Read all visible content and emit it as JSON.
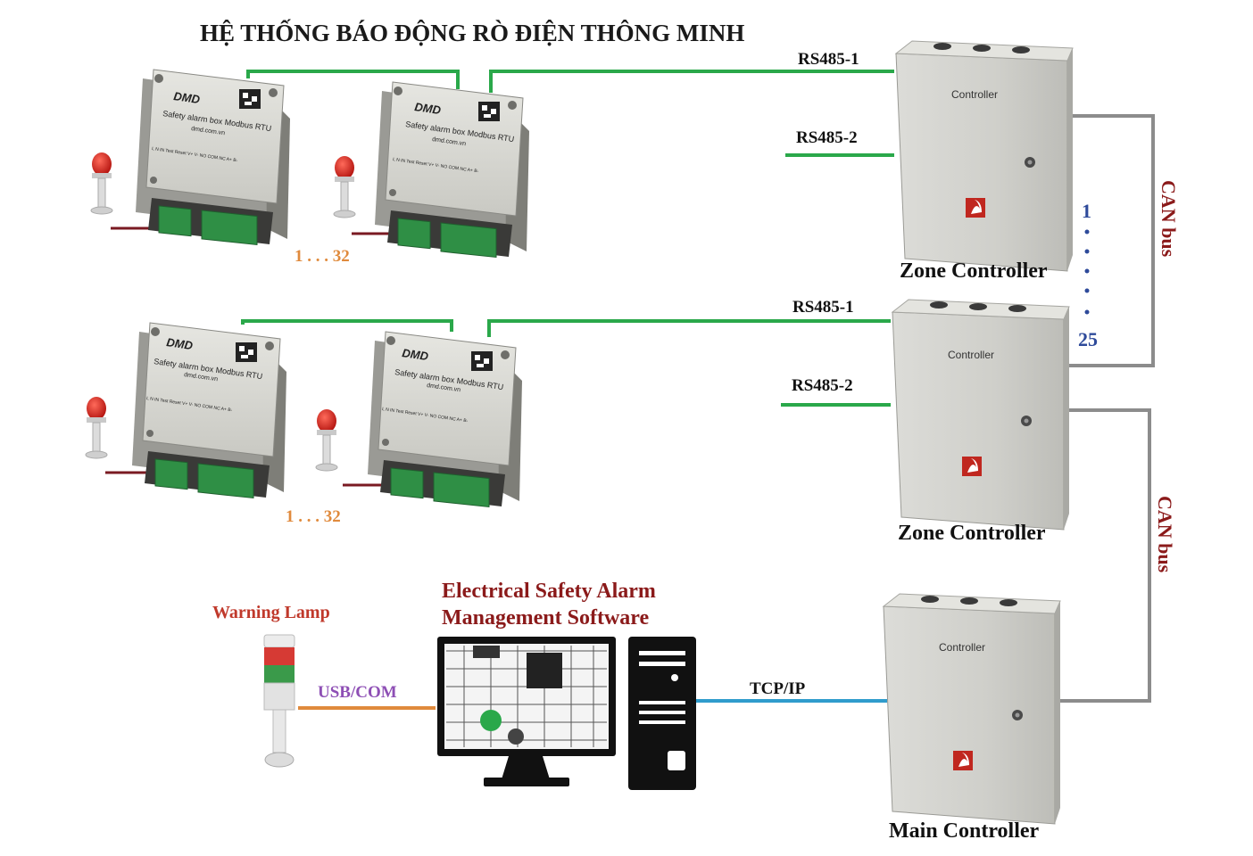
{
  "title": "HỆ THỐNG BÁO ĐỘNG RÒ ĐIỆN THÔNG MINH",
  "labels": {
    "rs485_1": "RS485-1",
    "rs485_2": "RS485-2",
    "range_32": "1 . . . 32",
    "zone_controller": "Zone Controller",
    "main_controller": "Main Controller",
    "can_bus": "CAN bus",
    "zone_range_start": "1",
    "zone_range_end": "25",
    "software_line1": "Electrical Safety Alarm",
    "software_line2": "Management Software",
    "warning_lamp": "Warning Lamp",
    "usb_com": "USB/COM",
    "tcp_ip": "TCP/IP"
  },
  "device": {
    "brand": "DMD",
    "name": "Safety alarm box Modbus RTU",
    "url": "dmd.com.vn",
    "terminals": "L  N  IN  Test  Reset  V+ V- NO COM NC A+ B-",
    "cabinet_label": "Controller"
  },
  "colors": {
    "green_line": "#2aa84a",
    "gray_line": "#8c8c8c",
    "maroon_wire": "#7a1a22",
    "orange_line": "#e08a3c",
    "blue_line": "#2f9ccc",
    "title_text": "#1a1a1a",
    "range_orange": "#e08a3c",
    "zone_blue": "#2e4a9a",
    "maroon_text": "#8b1a1a",
    "lamp_label_red": "#c0392b",
    "usb_purple": "#8e4fb5"
  }
}
